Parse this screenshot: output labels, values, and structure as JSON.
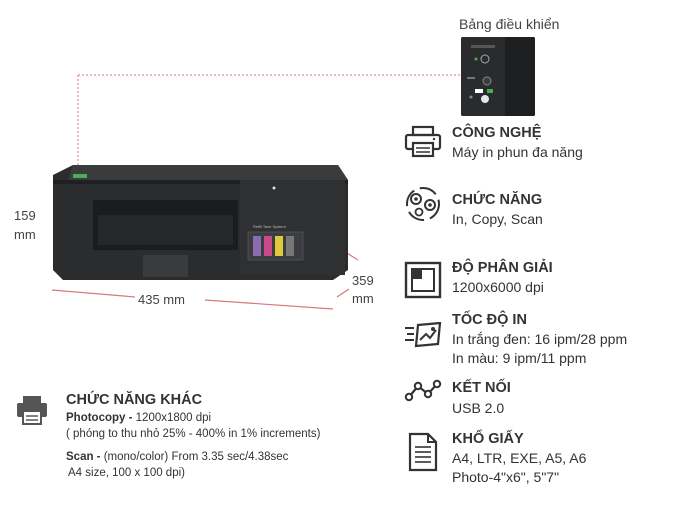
{
  "control_panel_label": "Bảng điều khiển",
  "dimensions": {
    "height_value": "159",
    "height_unit": "mm",
    "width": "435 mm",
    "depth_value": "359",
    "depth_unit": "mm"
  },
  "printer_label": "Refill Tank System",
  "specs": [
    {
      "icon": "printer-icon",
      "title": "CÔNG NGHỆ",
      "lines": [
        "Máy in phun đa năng"
      ]
    },
    {
      "icon": "functions-icon",
      "title": "CHỨC NĂNG",
      "lines": [
        "In, Copy, Scan"
      ]
    },
    {
      "icon": "resolution-icon",
      "title": "ĐỘ PHÂN GIẢI",
      "lines": [
        "1200x6000 dpi"
      ]
    },
    {
      "icon": "speed-icon",
      "title": "TỐC ĐỘ IN",
      "lines": [
        "In trắng đen: 16 ipm/28 ppm",
        "In màu: 9 ipm/11 ppm"
      ]
    },
    {
      "icon": "connection-icon",
      "title": "KẾT NỐI",
      "lines": [
        "USB 2.0"
      ]
    },
    {
      "icon": "paper-size-icon",
      "title": "KHỔ GIẤY",
      "lines": [
        "A4, LTR, EXE, A5, A6",
        "Photo-4\"x6\", 5\"7\""
      ]
    }
  ],
  "other": {
    "title": "CHỨC NĂNG KHÁC",
    "photocopy_label": "Photocopy -",
    "photocopy_value": "1200x1800 dpi",
    "photocopy_note": "( phóng to thu nhỏ 25% - 400% in 1% increments)",
    "scan_label": "Scan -",
    "scan_value": "(mono/color) From 3.35 sec/4.38sec",
    "scan_note": "A4 size, 100 x 100 dpi)"
  }
}
